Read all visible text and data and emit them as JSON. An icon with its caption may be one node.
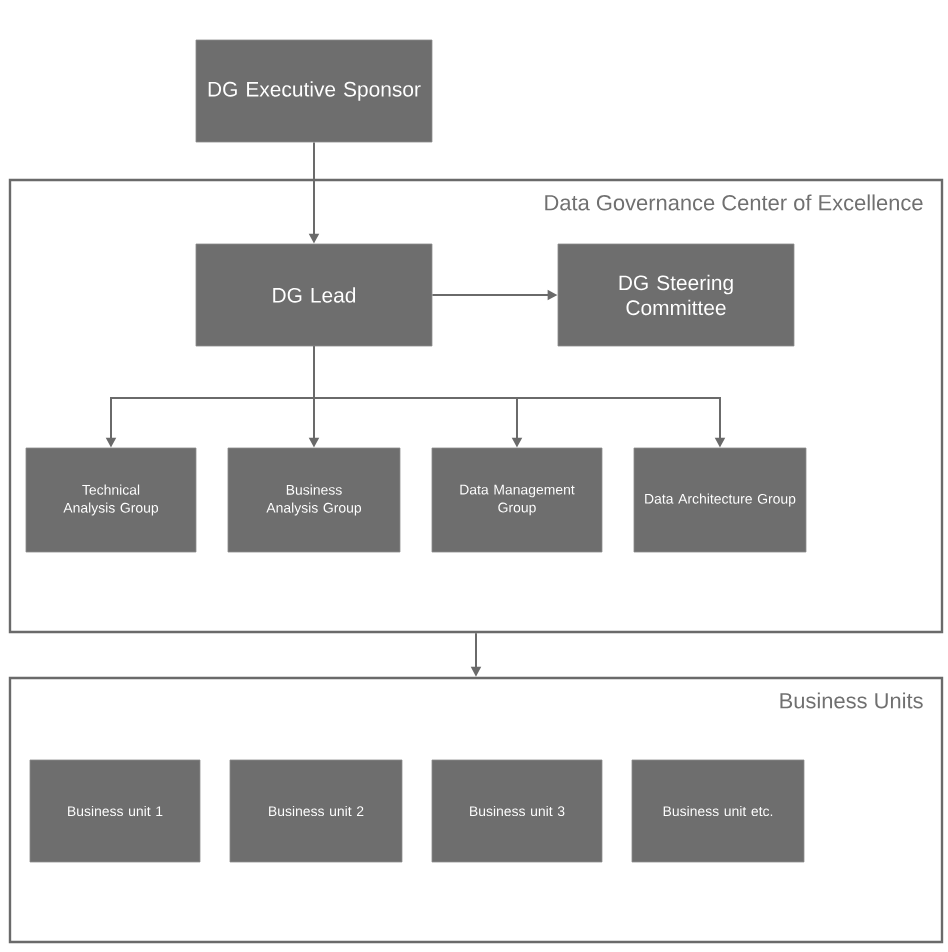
{
  "diagram": {
    "nodes": [
      {
        "text": [
          "DG Executive Sponsor"
        ]
      },
      {
        "text": [
          "Data Governance Center of Excellence"
        ]
      },
      {
        "text": [
          "DG Lead"
        ],
        "in": 1
      },
      {
        "text": [
          "DG Steering Committee"
        ],
        "in": 1
      },
      {
        "text": [
          "Technical Analysis Group"
        ],
        "in": 1
      },
      {
        "text": [
          "Business Analysis Group"
        ],
        "in": 1
      },
      {
        "text": [
          "Data Management Group"
        ],
        "in": 1
      },
      {
        "text": [
          "Data Architecture Group"
        ],
        "in": 1
      },
      {
        "text": [
          "Business Units"
        ]
      },
      {
        "text": [
          "Business unit 1"
        ],
        "in": 8
      },
      {
        "text": [
          "Business unit 2"
        ],
        "in": 8
      },
      {
        "text": [
          "Business unit 3"
        ],
        "in": 8
      },
      {
        "text": [
          "Business unit etc."
        ],
        "in": 8
      }
    ],
    "edges": [
      {
        "from": 0,
        "to": 2,
        "arrow": "to"
      },
      {
        "from": 2,
        "to": 3,
        "arrow": "to"
      },
      {
        "from": 2,
        "to": 4,
        "arrow": "to"
      },
      {
        "from": 2,
        "to": 5,
        "arrow": "to"
      },
      {
        "from": 2,
        "to": 6,
        "arrow": "to"
      },
      {
        "from": 2,
        "to": 7,
        "arrow": "to"
      },
      {
        "from": 1,
        "to": 8,
        "arrow": "to"
      }
    ]
  }
}
